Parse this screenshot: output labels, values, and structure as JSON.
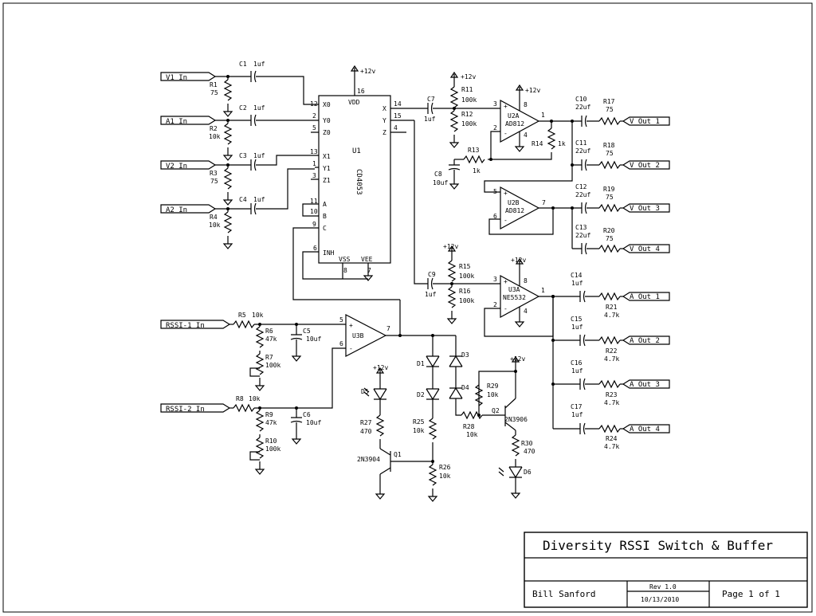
{
  "title_block": {
    "title": "Diversity RSSI Switch & Buffer",
    "author": "Bill Sanford",
    "revision": "Rev 1.0",
    "date": "10/13/2010",
    "page": "Page 1 of 1"
  },
  "ports": {
    "v1_in": "V1 In",
    "a1_in": "A1 In",
    "v2_in": "V2 In",
    "a2_in": "A2 In",
    "rssi1_in": "RSSI-1 In",
    "rssi2_in": "RSSI-2 In",
    "v_out_1": "V Out 1",
    "v_out_2": "V Out 2",
    "v_out_3": "V Out 3",
    "v_out_4": "V Out 4",
    "a_out_1": "A Out 1",
    "a_out_2": "A Out 2",
    "a_out_3": "A Out 3",
    "a_out_4": "A Out 4"
  },
  "supply": "+12v",
  "u1": {
    "ref": "U1",
    "part": "CD4053",
    "pin_labels": [
      "X0",
      "Y0",
      "Z0",
      "X1",
      "Y1",
      "Z1",
      "A",
      "B",
      "C",
      "INH",
      "VSS",
      "VEE",
      "VDD",
      "X",
      "Y",
      "Z"
    ],
    "pin_numbers": [
      "12",
      "2",
      "5",
      "13",
      "1",
      "3",
      "11",
      "10",
      "9",
      "6",
      "8",
      "7",
      "16",
      "14",
      "15",
      "4"
    ]
  },
  "opamps": {
    "u2a": {
      "ref": "U2A",
      "part": "AD812",
      "pins": [
        "3",
        "2",
        "1",
        "8",
        "4"
      ]
    },
    "u2b": {
      "ref": "U2B",
      "part": "AD812",
      "pins": [
        "5",
        "6",
        "7"
      ]
    },
    "u3a": {
      "ref": "U3A",
      "part": "NE5532",
      "pins": [
        "3",
        "2",
        "1",
        "8",
        "4"
      ]
    },
    "u3b": {
      "ref": "U3B",
      "pins": [
        "5",
        "6",
        "7"
      ]
    }
  },
  "resistors": {
    "r1": [
      "R1",
      "75"
    ],
    "r2": [
      "R2",
      "10k"
    ],
    "r3": [
      "R3",
      "75"
    ],
    "r4": [
      "R4",
      "10k"
    ],
    "r5": [
      "R5",
      "10k"
    ],
    "r6": [
      "R6",
      "47k"
    ],
    "r7": [
      "R7",
      "100k"
    ],
    "r8": [
      "R8",
      "10k"
    ],
    "r9": [
      "R9",
      "47k"
    ],
    "r10": [
      "R10",
      "100k"
    ],
    "r11": [
      "R11",
      "100k"
    ],
    "r12": [
      "R12",
      "100k"
    ],
    "r13": [
      "R13",
      "1k"
    ],
    "r14": [
      "R14",
      "1k"
    ],
    "r15": [
      "R15",
      "100k"
    ],
    "r16": [
      "R16",
      "100k"
    ],
    "r17": [
      "R17",
      "75"
    ],
    "r18": [
      "R18",
      "75"
    ],
    "r19": [
      "R19",
      "75"
    ],
    "r20": [
      "R20",
      "75"
    ],
    "r21": [
      "R21",
      "4.7k"
    ],
    "r22": [
      "R22",
      "4.7k"
    ],
    "r23": [
      "R23",
      "4.7k"
    ],
    "r24": [
      "R24",
      "4.7k"
    ],
    "r25": [
      "R25",
      "10k"
    ],
    "r26": [
      "R26",
      "10k"
    ],
    "r27": [
      "R27",
      "470"
    ],
    "r28": [
      "R28",
      "10k"
    ],
    "r29": [
      "R29",
      "10k"
    ],
    "r30": [
      "R30",
      "470"
    ]
  },
  "capacitors": {
    "c1": [
      "C1",
      "1uf"
    ],
    "c2": [
      "C2",
      "1uf"
    ],
    "c3": [
      "C3",
      "1uf"
    ],
    "c4": [
      "C4",
      "1uf"
    ],
    "c5": [
      "C5",
      "10uf"
    ],
    "c6": [
      "C6",
      "10uf"
    ],
    "c7": [
      "C7",
      "1uf"
    ],
    "c8": [
      "C8",
      "10uf"
    ],
    "c9": [
      "C9",
      "1uf"
    ],
    "c10": [
      "C10",
      "22uf"
    ],
    "c11": [
      "C11",
      "22uf"
    ],
    "c12": [
      "C12",
      "22uf"
    ],
    "c13": [
      "C13",
      "22uf"
    ],
    "c14": [
      "C14",
      "1uf"
    ],
    "c15": [
      "C15",
      "1uf"
    ],
    "c16": [
      "C16",
      "1uf"
    ],
    "c17": [
      "C17",
      "1uf"
    ]
  },
  "diodes": {
    "d1": "D1",
    "d2": "D2",
    "d3": "D3",
    "d4": "D4",
    "d5": "D5",
    "d6": "D6"
  },
  "transistors": {
    "q1": [
      "Q1",
      "2N3904"
    ],
    "q2": [
      "Q2",
      "2N3906"
    ]
  }
}
